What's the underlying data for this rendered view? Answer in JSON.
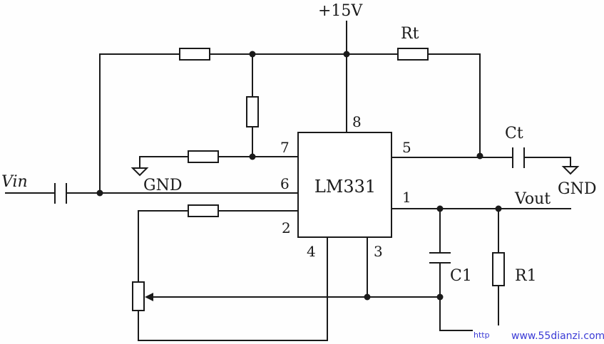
{
  "supply": "+15V",
  "ic": {
    "name": "LM331",
    "pins": {
      "p1": "1",
      "p2": "2",
      "p3": "3",
      "p4": "4",
      "p5": "5",
      "p6": "6",
      "p7": "7",
      "p8": "8"
    }
  },
  "labels": {
    "vin": "Vin",
    "vout": "Vout",
    "gnd_left": "GND",
    "gnd_right": "GND",
    "rt": "Rt",
    "ct": "Ct",
    "c1": "C1",
    "r1": "R1"
  },
  "watermark": {
    "logo": "http",
    "site": "www.55dianzi.com"
  },
  "colors": {
    "ink": "#1a1a1a",
    "watermark": "#3b3bd6"
  }
}
